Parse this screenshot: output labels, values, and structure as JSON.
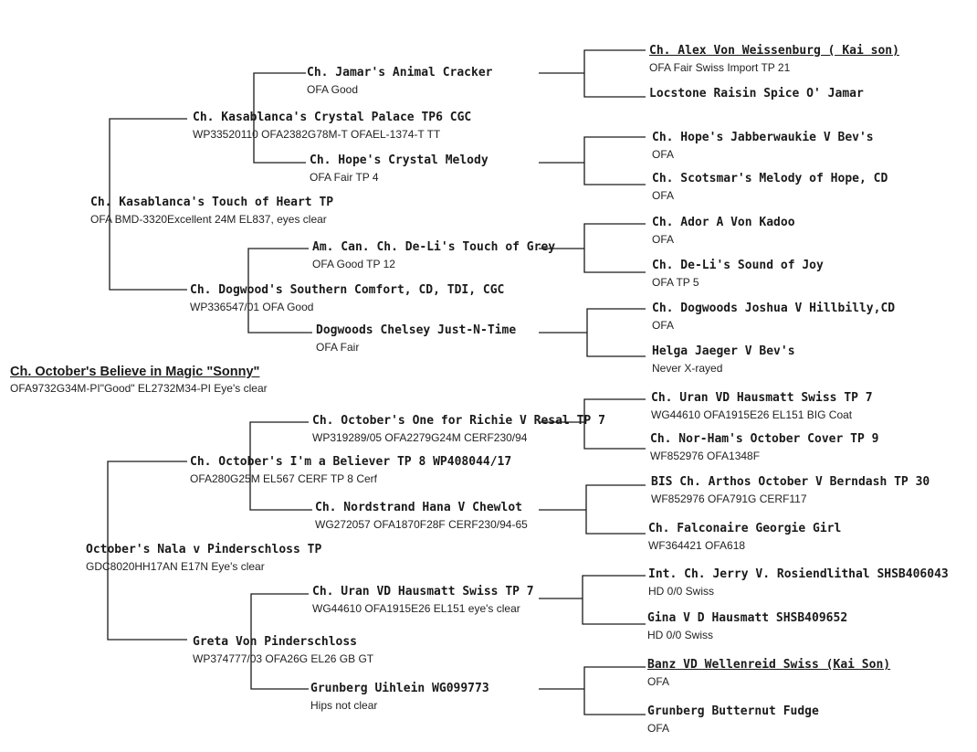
{
  "subject": {
    "name": "Ch. October's Believe in Magic \"Sonny\"",
    "info": "OFA9732G34M-PI\"Good\" EL2732M34-PI Eye's clear"
  },
  "sire": {
    "name": "Ch. Kasablanca's Touch of Heart TP",
    "info": "OFA BMD-3320Excellent 24M EL837, eyes clear",
    "sire": {
      "name": "Ch. Kasablanca's Crystal Palace TP6 CGC",
      "info": "WP33520110  OFA2382G78M-T  OFAEL-1374-T TT",
      "sire": {
        "name": "Ch. Jamar's Animal Cracker",
        "info": "OFA Good",
        "sire": {
          "name": "Ch. Alex Von Weissenburg ( Kai son)",
          "info": "OFA Fair Swiss Import TP 21"
        },
        "dam": {
          "name": "Locstone Raisin Spice O' Jamar",
          "info": ""
        }
      },
      "dam": {
        "name": "Ch. Hope's Crystal Melody",
        "info": "OFA Fair TP 4",
        "sire": {
          "name": "Ch. Hope's Jabberwaukie V Bev's",
          "info": "OFA"
        },
        "dam": {
          "name": "Ch. Scotsmar's Melody of Hope, CD",
          "info": "OFA"
        }
      }
    },
    "dam": {
      "name": "Ch. Dogwood's Southern Comfort, CD, TDI, CGC",
      "info": "WP336547/01 OFA Good",
      "sire": {
        "name": "Am. Can. Ch. De-Li's Touch of Grey",
        "info": "OFA Good TP 12",
        "sire": {
          "name": "Ch. Ador A Von Kadoo",
          "info": "OFA"
        },
        "dam": {
          "name": "Ch. De-Li's Sound of Joy",
          "info": "OFA TP 5"
        }
      },
      "dam": {
        "name": "Dogwoods Chelsey Just-N-Time",
        "info": "OFA Fair",
        "sire": {
          "name": "Ch. Dogwoods Joshua V Hillbilly,CD",
          "info": "OFA"
        },
        "dam": {
          "name": "Helga Jaeger V Bev's",
          "info": "Never X-rayed"
        }
      }
    }
  },
  "dam": {
    "name": "October's Nala v Pinderschloss TP",
    "info": "GDC8020HH17AN E17N  Eye's clear",
    "sire": {
      "name": "Ch. October's I'm a Believer TP 8 WP408044/17",
      "info": "OFA280G25M EL567  CERF TP 8 Cerf",
      "sire": {
        "name": "Ch. October's One for Richie V Resal TP 7",
        "info": "WP319289/05  OFA2279G24M  CERF230/94",
        "sire": {
          "name": "Ch. Uran VD Hausmatt Swiss TP 7",
          "info": "WG44610 OFA1915E26 EL151 BIG Coat"
        },
        "dam": {
          "name": "Ch. Nor-Ham's October Cover TP 9",
          "info": "WF852976 OFA1348F"
        }
      },
      "dam": {
        "name": "Ch. Nordstrand Hana V Chewlot",
        "info": "WG272057 OFA1870F28F CERF230/94-65",
        "sire": {
          "name": "BIS Ch. Arthos October V Berndash TP 30",
          "info": "WF852976 OFA791G CERF117"
        },
        "dam": {
          "name": "Ch. Falconaire Georgie Girl",
          "info": "WF364421 OFA618"
        }
      }
    },
    "dam": {
      "name": "Greta Von Pinderschloss",
      "info": "WP374777/03 OFA26G EL26  GB GT",
      "sire": {
        "name": "Ch. Uran VD Hausmatt Swiss TP 7",
        "info": "WG44610 OFA1915E26 EL151  eye's clear",
        "sire": {
          "name": "Int. Ch. Jerry V. Rosiendlithal SHSB406043",
          "info": "HD 0/0 Swiss"
        },
        "dam": {
          "name": "Gina V D Hausmatt SHSB409652",
          "info": "HD 0/0 Swiss"
        }
      },
      "dam": {
        "name": "Grunberg Uihlein WG099773",
        "info": "Hips not clear",
        "sire": {
          "name": "Banz VD Wellenreid Swiss (Kai Son)",
          "info": "OFA"
        },
        "dam": {
          "name": "Grunberg Butternut Fudge",
          "info": "OFA"
        }
      }
    }
  }
}
